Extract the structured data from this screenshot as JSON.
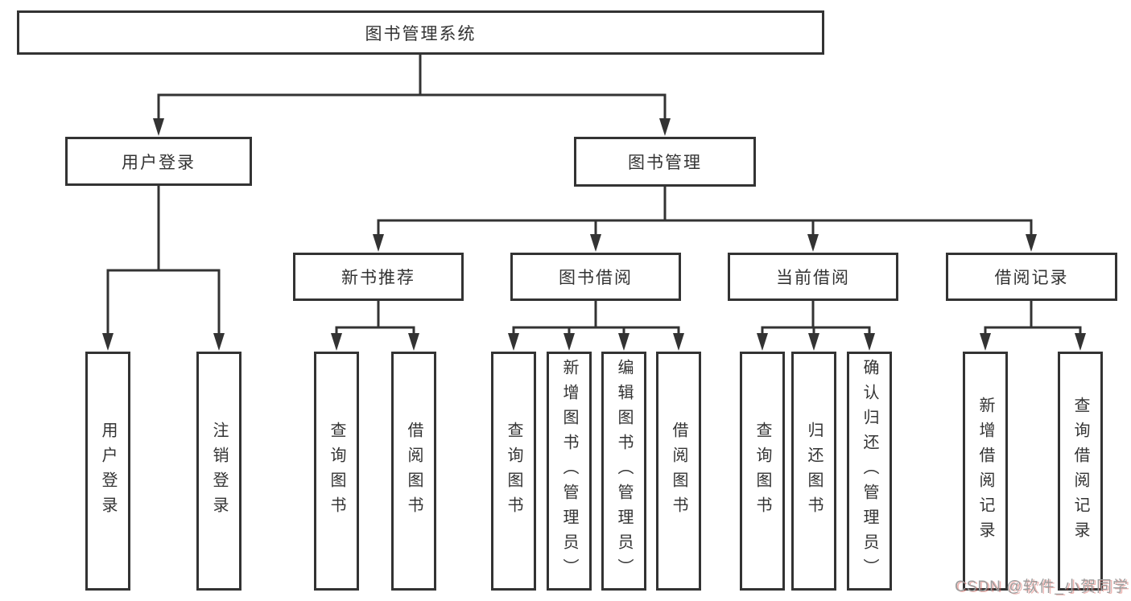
{
  "tree": {
    "root": {
      "label": "图书管理系统",
      "children": [
        {
          "label": "用户登录",
          "children": [
            {
              "label": "用户登录"
            },
            {
              "label": "注销登录"
            }
          ]
        },
        {
          "label": "图书管理",
          "children": [
            {
              "label": "新书推荐",
              "children": [
                {
                  "label": "查询图书"
                },
                {
                  "label": "借阅图书"
                }
              ]
            },
            {
              "label": "图书借阅",
              "children": [
                {
                  "label": "查询图书"
                },
                {
                  "label": "新增图书（管理员）"
                },
                {
                  "label": "编辑图书（管理员）"
                },
                {
                  "label": "借阅图书"
                }
              ]
            },
            {
              "label": "当前借阅",
              "children": [
                {
                  "label": "查询图书"
                },
                {
                  "label": "归还图书"
                },
                {
                  "label": "确认归还（管理员）"
                }
              ]
            },
            {
              "label": "借阅记录",
              "children": [
                {
                  "label": "新增借阅记录"
                },
                {
                  "label": "查询借阅记录"
                }
              ]
            }
          ]
        }
      ]
    }
  },
  "watermark": {
    "text": "CSDN @软件_小贺同学"
  },
  "colors": {
    "line": "#333333",
    "box_border": "#333333",
    "text": "#333333",
    "background": "#ffffff",
    "watermark_text": "#9d9d9d",
    "watermark_shadow": "#d65a54"
  }
}
